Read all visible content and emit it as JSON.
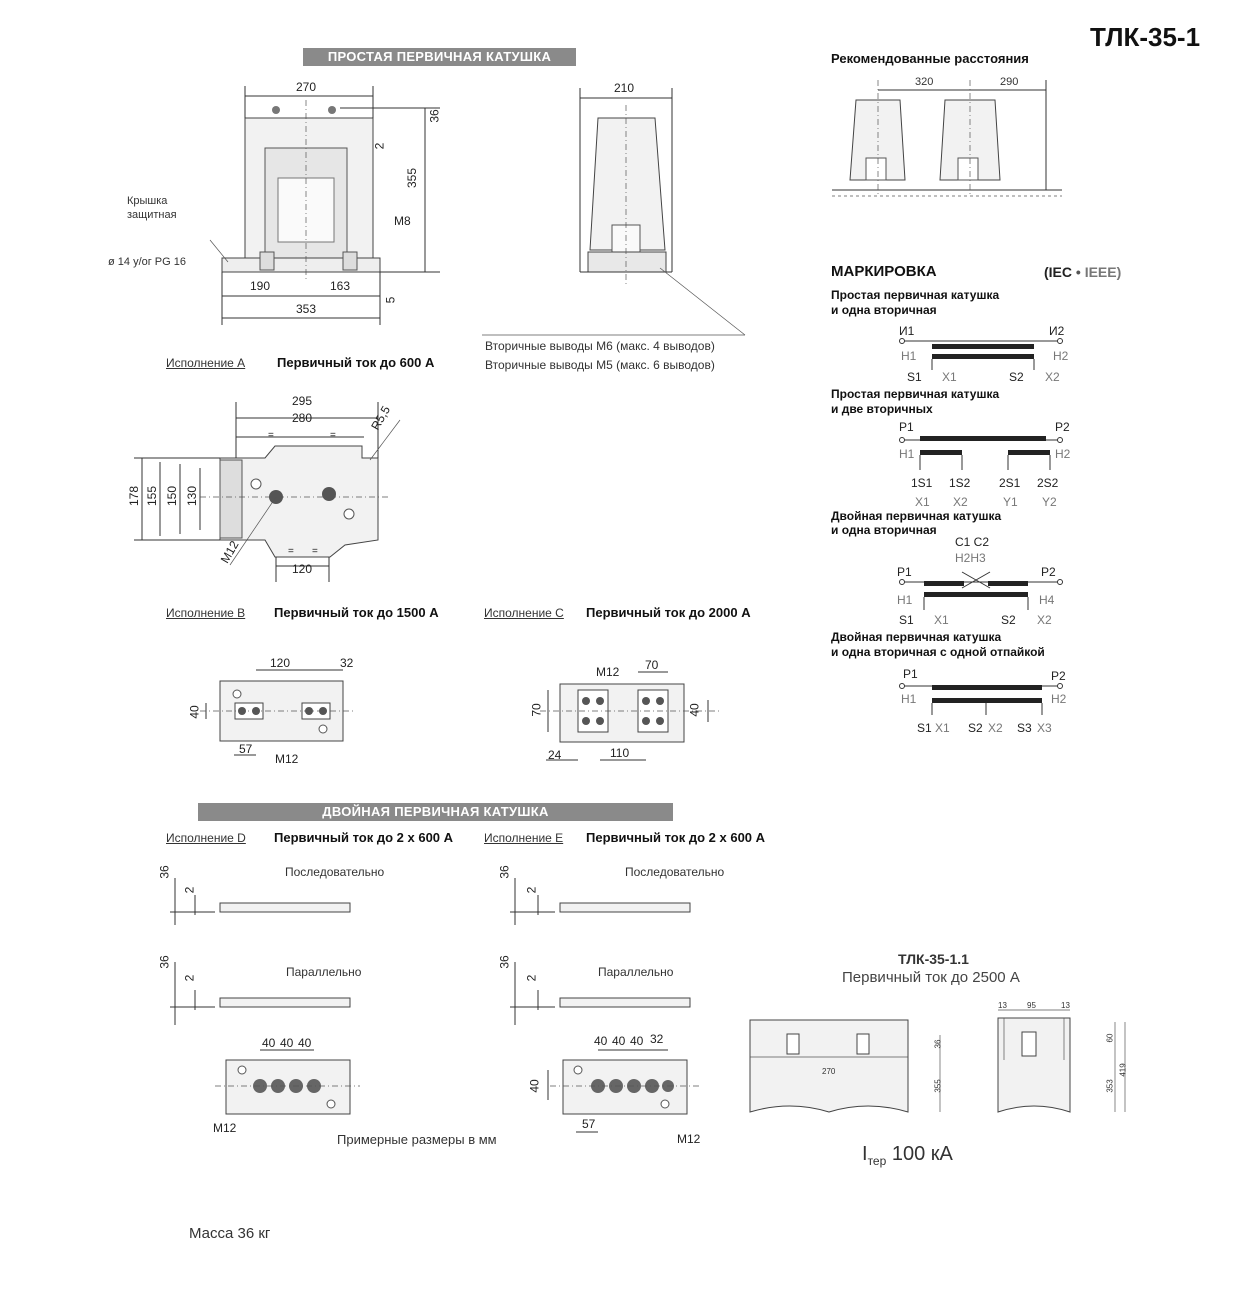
{
  "header": {
    "model": "ТЛК-35-1"
  },
  "section1": {
    "title": "ПРОСТАЯ ПЕРВИЧНАЯ КАТУШКА"
  },
  "section2": {
    "title": "ДВОЙНАЯ ПЕРВИЧНАЯ КАТУШКА"
  },
  "drawing_a": {
    "dims": {
      "w270": "270",
      "d36": "36",
      "d2": "2",
      "h355": "355",
      "m8": "M8",
      "d190": "190",
      "d163": "163",
      "d353": "353",
      "d5": "5"
    },
    "cover_label_1": "Крышка",
    "cover_label_2": "защитная",
    "gland_label": "ø 14 у/ог PG 16"
  },
  "drawing_side": {
    "w210": "210",
    "secondary_m6": "Вторичные выводы М6 (макс. 4 выводов)",
    "secondary_m5": "Вторичные выводы М5 (макс. 6 выводов)"
  },
  "variant_a": {
    "label": "Исполнение А",
    "desc": "Первичный ток до 600 А"
  },
  "drawing_top": {
    "dims": {
      "w295": "295",
      "w280": "280",
      "r55": "R5,5",
      "h178": "178",
      "h155": "155",
      "h150": "150",
      "h130": "130",
      "m12": "M12",
      "w120": "120",
      "eq": "="
    }
  },
  "variant_b": {
    "label": "Исполнение В",
    "desc": "Первичный ток до 1500 А"
  },
  "variant_c": {
    "label": "Исполнение С",
    "desc": "Первичный ток до 2000 А"
  },
  "drawing_b": {
    "d120": "120",
    "d32": "32",
    "d40": "40",
    "d57": "57",
    "m12": "M12"
  },
  "drawing_c": {
    "m12": "M12",
    "d70": "70",
    "h70": "70",
    "d40": "40",
    "d24": "24",
    "d110": "110"
  },
  "variant_d": {
    "label": "Исполнение D",
    "desc": "Первичный ток до 2 х 600 А"
  },
  "variant_e": {
    "label": "Исполнение Е",
    "desc": "Первичный ток до 2 х 600 А"
  },
  "double": {
    "series": "Последовательно",
    "parallel": "Параллельно",
    "d36": "36",
    "d2": "2",
    "d40": "40",
    "d32": "32",
    "d57": "57",
    "m12": "M12"
  },
  "approx_note": "Примерные размеры в мм",
  "mass": "Масса 36 кг",
  "spacing": {
    "title": "Рекомендованные расстояния",
    "d320": "320",
    "d290": "290"
  },
  "marking": {
    "title": "МАРКИРОВКА",
    "standards_prefix": "(IEC",
    "bullet": "•",
    "standards_suffix": "IEEE)",
    "s1_title_1": "Простая первичная катушка",
    "s1_title_2": "и одна вторичная",
    "s2_title_1": "Простая первичная катушка",
    "s2_title_2": "и две вторичных",
    "s3_title_1": "Двойная первичная катушка",
    "s3_title_2": "и одна вторичная",
    "s4_title_1": "Двойная первичная катушка",
    "s4_title_2": "и одна вторичная с одной отпайкой",
    "terminals": {
      "I1": "И1",
      "I2": "И2",
      "P1": "P1",
      "P2": "P2",
      "H1": "H1",
      "H2": "H2",
      "H4": "H4",
      "C1C2": "C1  C2",
      "H2H3": "H2H3",
      "S1": "S1",
      "S2": "S2",
      "S3": "S3",
      "X1": "X1",
      "X2": "X2",
      "X3": "X3",
      "1S1": "1S1",
      "1S2": "1S2",
      "2S1": "2S1",
      "2S2": "2S2",
      "Y1": "Y1",
      "Y2": "Y2"
    }
  },
  "tlk11": {
    "title": "ТЛК-35-1.1",
    "subtitle": "Первичный ток до 2500 А",
    "current_prefix": "I",
    "current_sub": "тер",
    "current_value": "100 кА",
    "dims": {
      "d270": "270",
      "d36": "36",
      "d355": "355",
      "d13a": "13",
      "d95": "95",
      "d13b": "13",
      "d60": "60",
      "d353": "353",
      "d419": "419"
    }
  }
}
